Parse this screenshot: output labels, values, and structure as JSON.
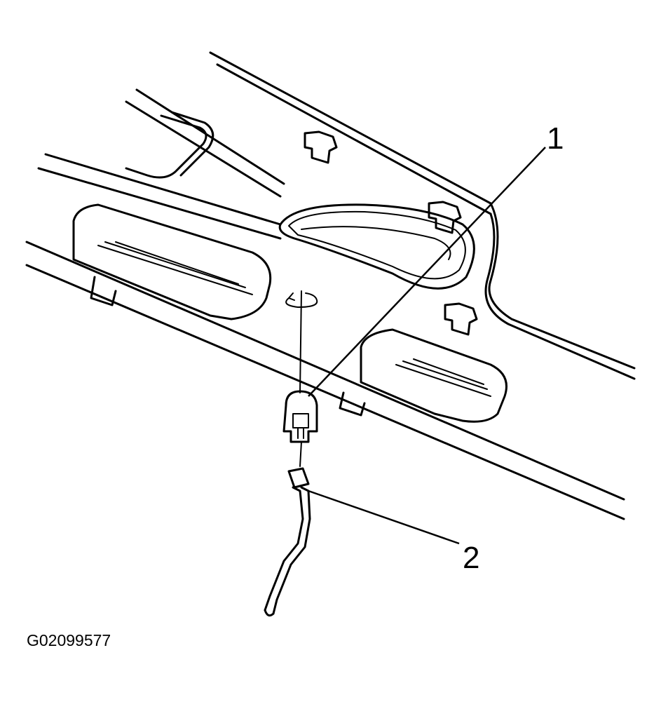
{
  "callouts": [
    {
      "label": "1"
    },
    {
      "label": "2"
    }
  ],
  "figure_id": "G02099577"
}
